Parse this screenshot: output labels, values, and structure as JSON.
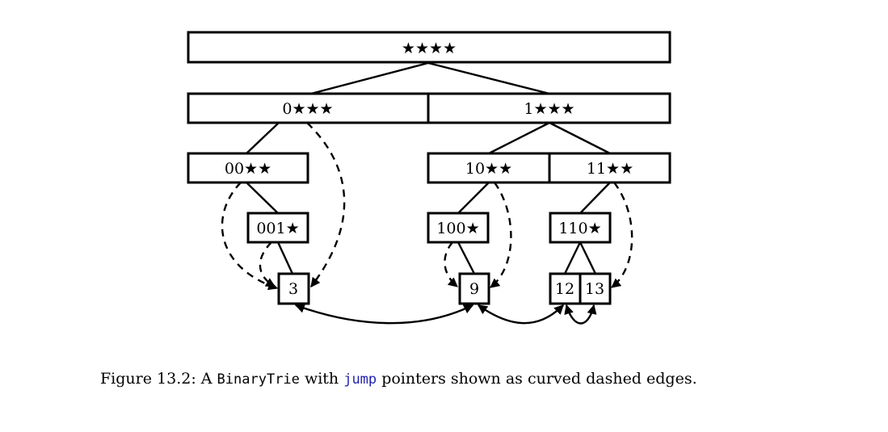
{
  "nodes": {
    "root": "★★★★",
    "n0": "0★★★",
    "n1": "1★★★",
    "n00": "00★★",
    "n10": "10★★",
    "n11": "11★★",
    "n001": "001★",
    "n100": "100★",
    "n110": "110★",
    "leaf3": "3",
    "leaf9": "9",
    "leaf12": "12",
    "leaf13": "13"
  },
  "caption": {
    "prefix": "Figure 13.2: A ",
    "class_name": "BinaryTrie",
    "middle": " with ",
    "field_name": "jump",
    "suffix": " pointers shown as curved dashed edges."
  },
  "colors": {
    "code_keyword": "#1f1fb0",
    "stroke": "#000000"
  }
}
